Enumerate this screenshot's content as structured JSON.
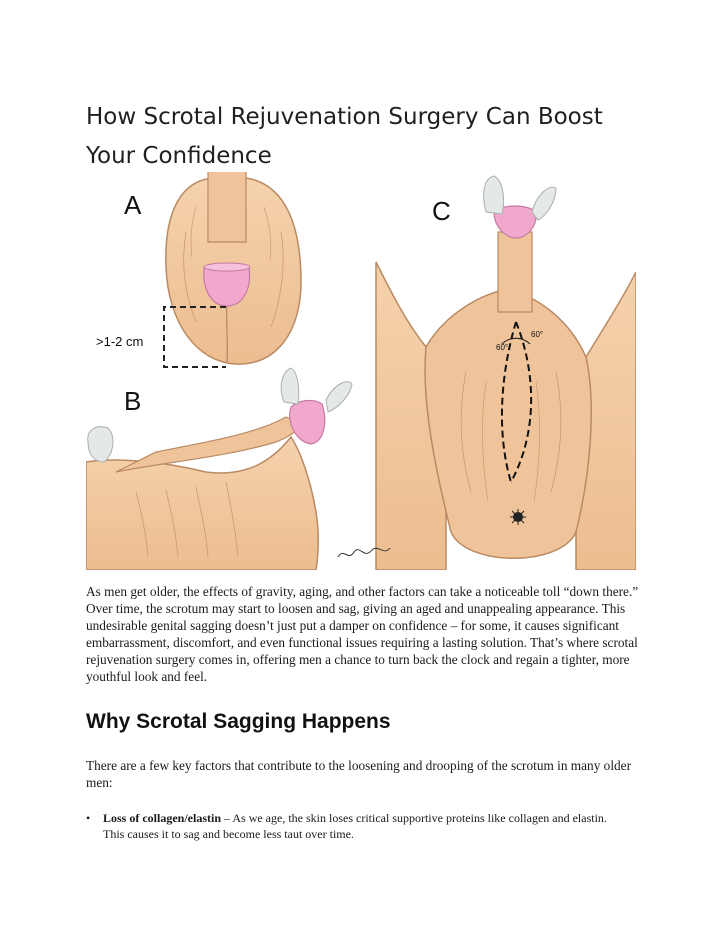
{
  "article": {
    "title": "How Scrotal Rejuvenation Surgery Can Boost Your Confidence",
    "intro": "As men get older, the effects of gravity, aging, and other factors can take a noticeable toll “down there.” Over time, the scrotum may start to loosen and sag, giving an aged and unappealing appearance. This undesirable genital sagging doesn’t just put a damper on confidence – for some, it causes significant embarrassment, discomfort, and even functional issues requiring a lasting solution. That’s where scrotal rejuvenation surgery comes in, offering men a chance to turn back the clock and regain a tighter, more youthful look and feel.",
    "section_heading": "Why Scrotal Sagging Happens",
    "section_lead": "There are a few key factors that contribute to the loosening and drooping of the scrotum in many older men:",
    "bullets": [
      {
        "term": "Loss of collagen/elastin",
        "text": " – As we age, the skin loses critical supportive proteins like collagen and elastin. This causes it to sag and become less taut over time."
      }
    ]
  },
  "figure": {
    "panel_a_label": "A",
    "panel_b_label": "B",
    "panel_c_label": "C",
    "measurement_label": ">1-2 cm",
    "angle_left": "60°",
    "angle_right": "60°",
    "colors": {
      "skin": "#f2c9a0",
      "skin_outline": "#b98a63",
      "pink": "#f2a8cc",
      "glove": "#e4e8e6"
    }
  }
}
